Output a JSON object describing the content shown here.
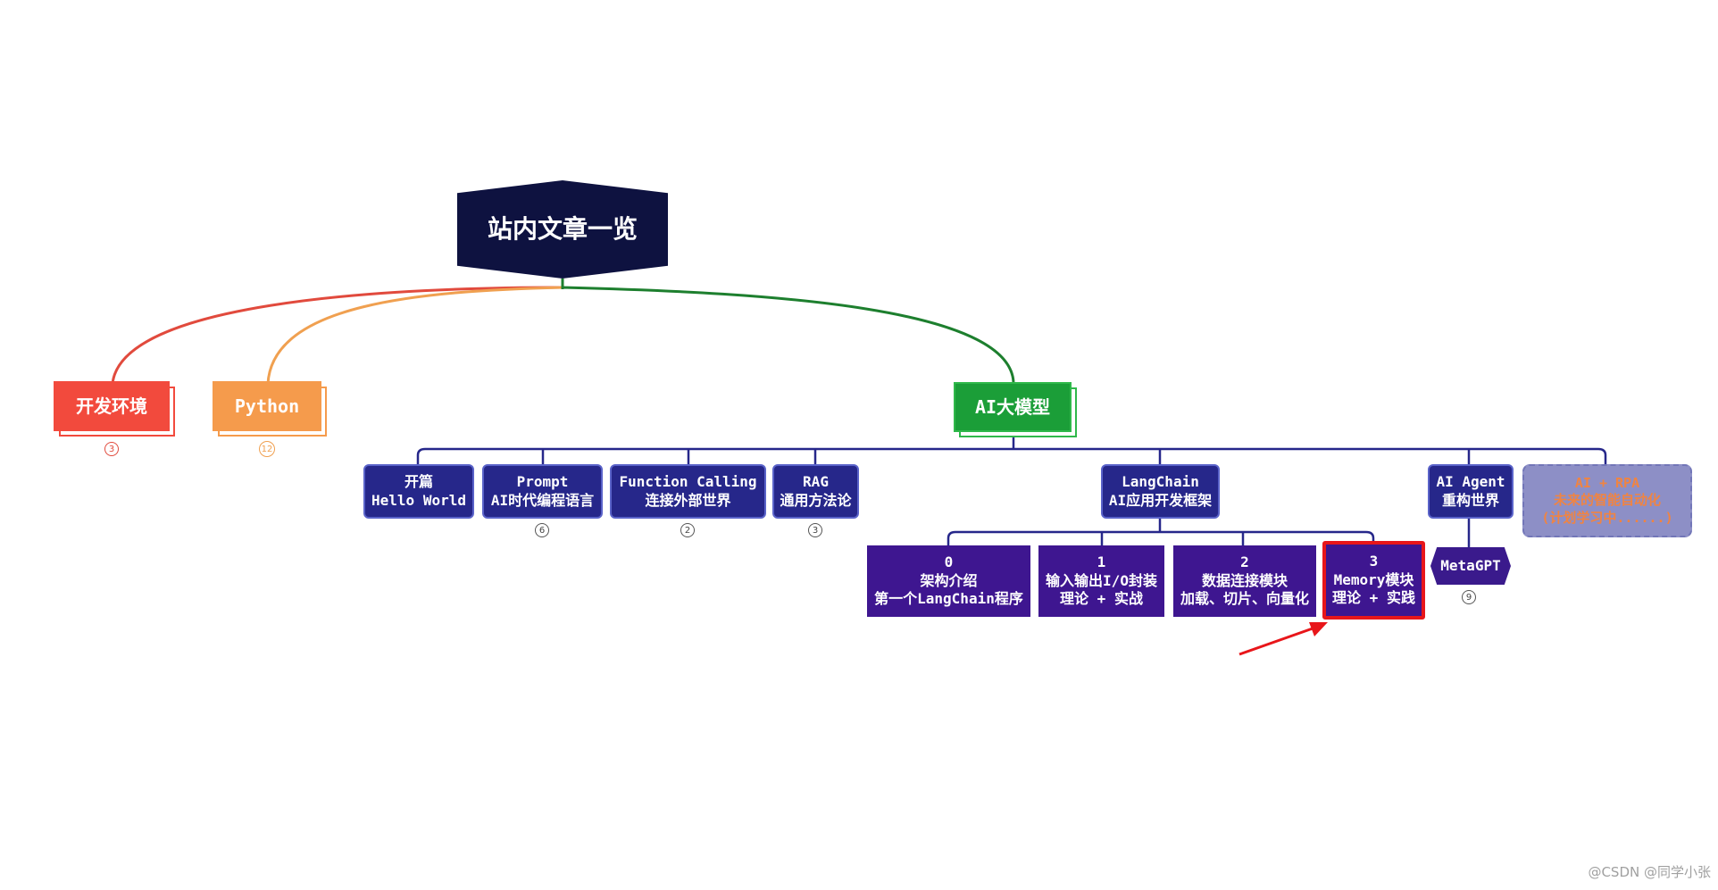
{
  "root": {
    "title": "站内文章一览"
  },
  "branches": {
    "dev_env": {
      "label": "开发环境",
      "count": "3",
      "color": "#f24a3d"
    },
    "python": {
      "label": "Python",
      "count": "12",
      "color": "#f59b4c"
    },
    "ai": {
      "label": "AI大模型",
      "color": "#1b9e38"
    }
  },
  "ai_children": {
    "start": {
      "line1": "开篇",
      "line2": "Hello World"
    },
    "prompt": {
      "line1": "Prompt",
      "line2": "AI时代编程语言",
      "count": "6"
    },
    "function_calling": {
      "line1": "Function Calling",
      "line2": "连接外部世界",
      "count": "2"
    },
    "rag": {
      "line1": "RAG",
      "line2": "通用方法论",
      "count": "3"
    },
    "langchain": {
      "line1": "LangChain",
      "line2": "AI应用开发框架"
    },
    "agent": {
      "line1": "AI Agent",
      "line2": "重构世界"
    },
    "rpa": {
      "line1": "AI + RPA",
      "line2": "未来的智能自动化",
      "line3": "(计划学习中......)"
    }
  },
  "langchain_children": [
    {
      "num": "0",
      "line1": "架构介绍",
      "line2": "第一个LangChain程序"
    },
    {
      "num": "1",
      "line1": "输入输出I/O封装",
      "line2": "理论 + 实战"
    },
    {
      "num": "2",
      "line1": "数据连接模块",
      "line2": "加载、切片、向量化"
    },
    {
      "num": "3",
      "line1": "Memory模块",
      "line2": "理论 + 实践"
    }
  ],
  "agent_children": {
    "metagpt": {
      "label": "MetaGPT",
      "count": "9"
    }
  },
  "highlight": {
    "color": "#e8161a"
  },
  "watermark": "@CSDN @同学小张"
}
